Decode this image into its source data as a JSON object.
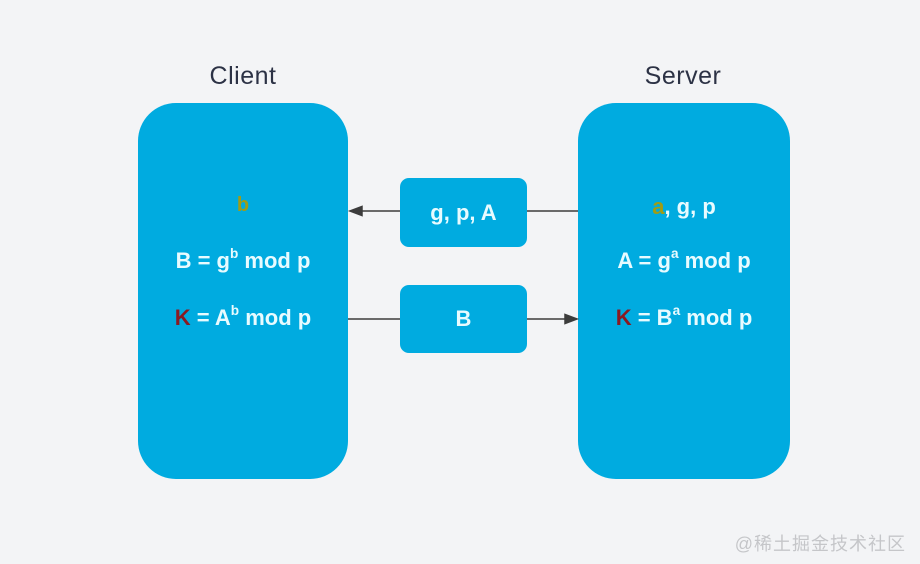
{
  "colors": {
    "box_fill": "#00ABE0",
    "background": "#f3f4f6",
    "title_color": "#2c3245",
    "formula_color": "#e8fbff",
    "secret_color": "#9f9c17",
    "key_color": "#8a1a22",
    "line_color": "#3c3c3c",
    "watermark_color": "#c5c6c9"
  },
  "client": {
    "title": "Client",
    "secret": "b",
    "formula_public": {
      "lhs": "B = g",
      "sup": "b",
      "rhs": " mod p"
    },
    "formula_key": {
      "k": "K",
      "mid": " = A",
      "sup": "b",
      "rhs": " mod p"
    }
  },
  "server": {
    "title": "Server",
    "known": {
      "secret": "a",
      "rest": ", g, p"
    },
    "formula_public": {
      "lhs": "A = g",
      "sup": "a",
      "rhs": " mod p"
    },
    "formula_key": {
      "k": "K",
      "mid": " = B",
      "sup": "a",
      "rhs": " mod p"
    }
  },
  "messages": [
    {
      "label": "g, p, A",
      "direction": "server-to-client"
    },
    {
      "label": "B",
      "direction": "client-to-server"
    }
  ],
  "watermark": "@稀土掘金技术社区"
}
